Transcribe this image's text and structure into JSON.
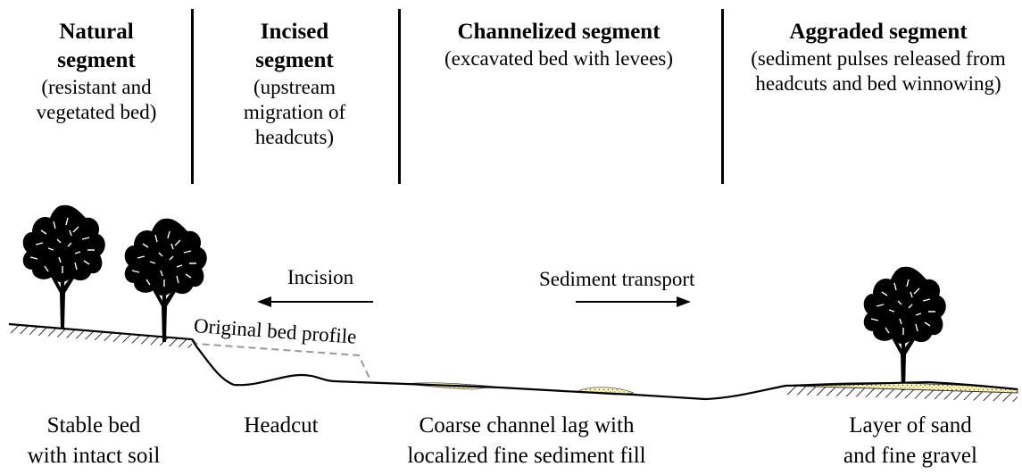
{
  "segments": [
    {
      "head": "Natural segment",
      "desc": "(resistant and vegetated bed)"
    },
    {
      "head": "Incised segment",
      "desc": "(upstream migration of headcuts)"
    },
    {
      "head": "Channelized segment",
      "desc": "(excavated bed with levees)"
    },
    {
      "head": "Aggraded segment",
      "desc": "(sediment pulses released from headcuts and bed winnowing)"
    }
  ],
  "arrows": {
    "incision": "Incision",
    "transport": "Sediment transport"
  },
  "profile_label": "Original bed profile",
  "bottom_labels": [
    {
      "line1": "Stable bed",
      "line2": "with intact soil"
    },
    {
      "line1": "Headcut",
      "line2": ""
    },
    {
      "line1": "Coarse channel lag with",
      "line2": "localized fine sediment fill"
    },
    {
      "line1": "Layer of sand",
      "line2": "and fine gravel"
    }
  ],
  "icons": [
    "tree-icon",
    "tree-icon",
    "tree-icon"
  ]
}
